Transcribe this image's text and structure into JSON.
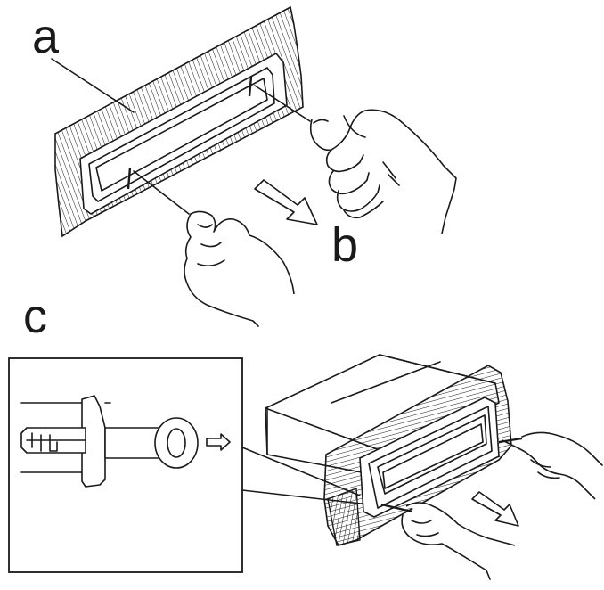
{
  "labels": {
    "a": "a",
    "b": "b",
    "c": "c"
  },
  "colors": {
    "ink": "#1a1a1a",
    "paper": "#ffffff"
  }
}
